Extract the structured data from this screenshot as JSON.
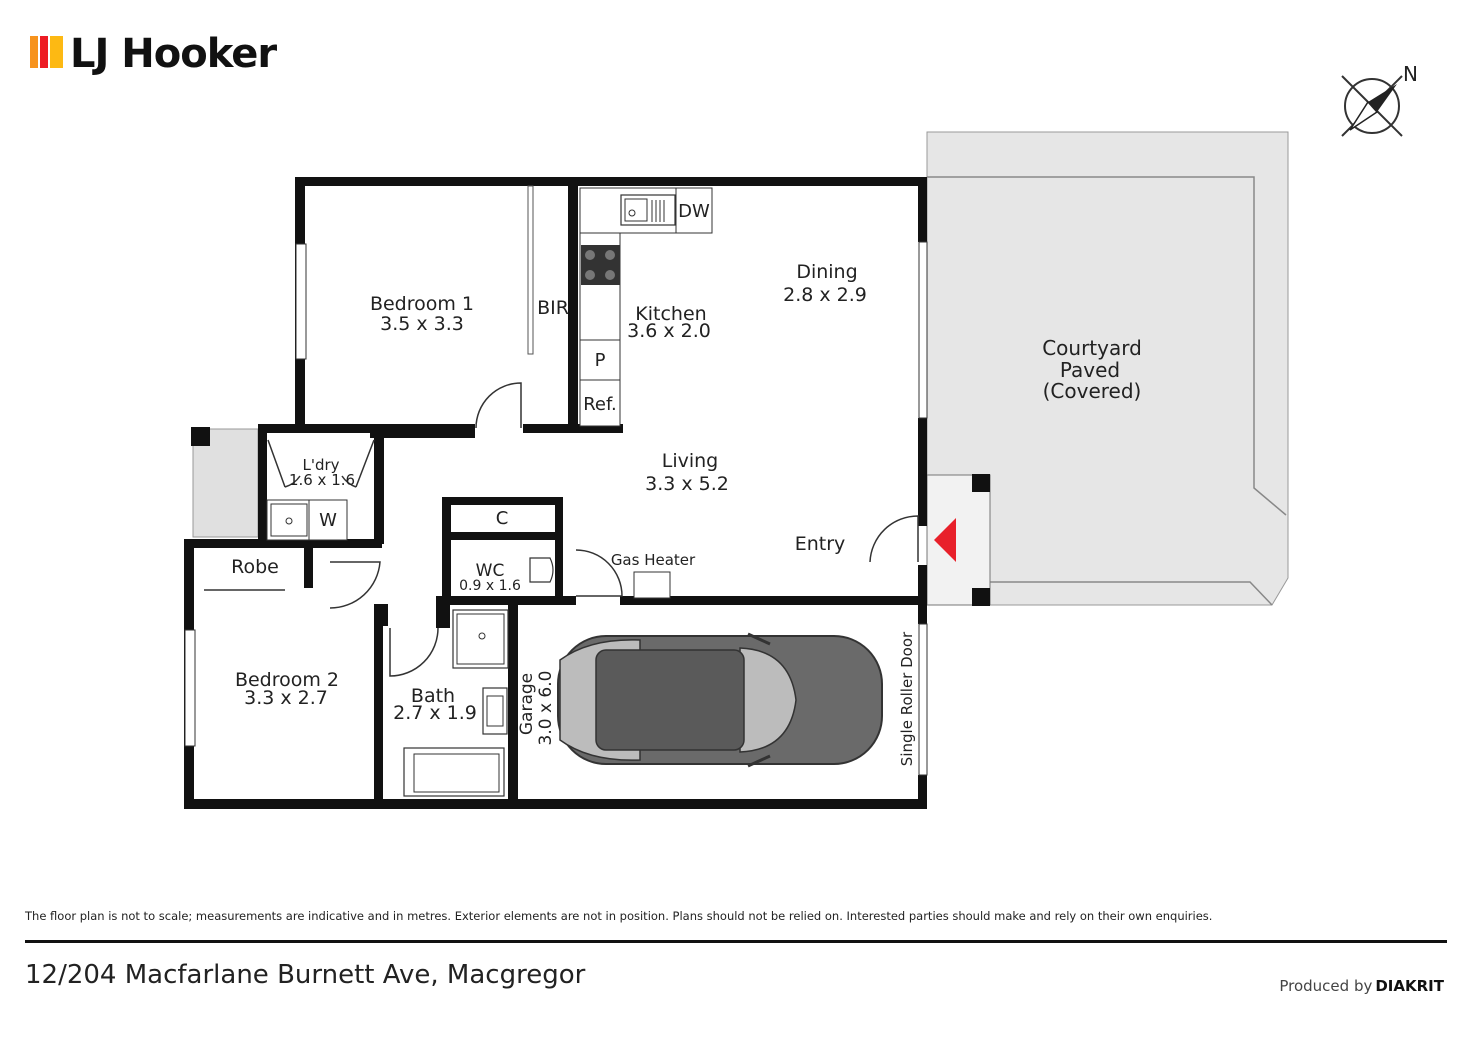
{
  "brand": {
    "name": "LJ Hooker"
  },
  "compass": {
    "label": "N"
  },
  "rooms": {
    "bedroom1": {
      "name": "Bedroom 1",
      "size": "3.5 x 3.3"
    },
    "bir": "BIR",
    "kitchen": {
      "name": "Kitchen",
      "size": "3.6 x 2.0"
    },
    "dining": {
      "name": "Dining",
      "size": "2.8 x 2.9"
    },
    "courtyard": {
      "line1": "Courtyard",
      "line2": "Paved",
      "line3": "(Covered)"
    },
    "laundry": {
      "name": "L'dry",
      "size": "1.6 x 1.6"
    },
    "w": "W",
    "living": {
      "name": "Living",
      "size": "3.3 x 5.2"
    },
    "c": "C",
    "entry": "Entry",
    "wc": {
      "name": "WC",
      "size": "0.9 x 1.6"
    },
    "gas_heater": "Gas Heater",
    "robe": "Robe",
    "bedroom2": {
      "name": "Bedroom 2",
      "size": "3.3 x 2.7"
    },
    "bath": {
      "name": "Bath",
      "size": "2.7 x 1.9"
    },
    "garage": {
      "name": "Garage",
      "size": "3.0 x 6.0"
    },
    "roller_door": "Single Roller Door"
  },
  "fixtures": {
    "dw": "DW",
    "pantry": "P",
    "fridge": "Ref."
  },
  "footer": {
    "disclaimer": "The floor plan is not to scale; measurements are indicative and in metres. Exterior elements are not in position. Plans should not be relied on. Interested parties should make and rely on their own enquiries.",
    "address": "12/204 Macfarlane Burnett Ave, Macgregor",
    "produced_by": "Produced by",
    "producer": "DIAKRIT"
  },
  "colors": {
    "logo_bars": [
      "#f7931e",
      "#ed1c24",
      "#fdb913"
    ],
    "wall": "#111111",
    "courtyard": "#e6e6e6",
    "car": "#6a6a6a",
    "entry_marker": "#e8202a"
  }
}
